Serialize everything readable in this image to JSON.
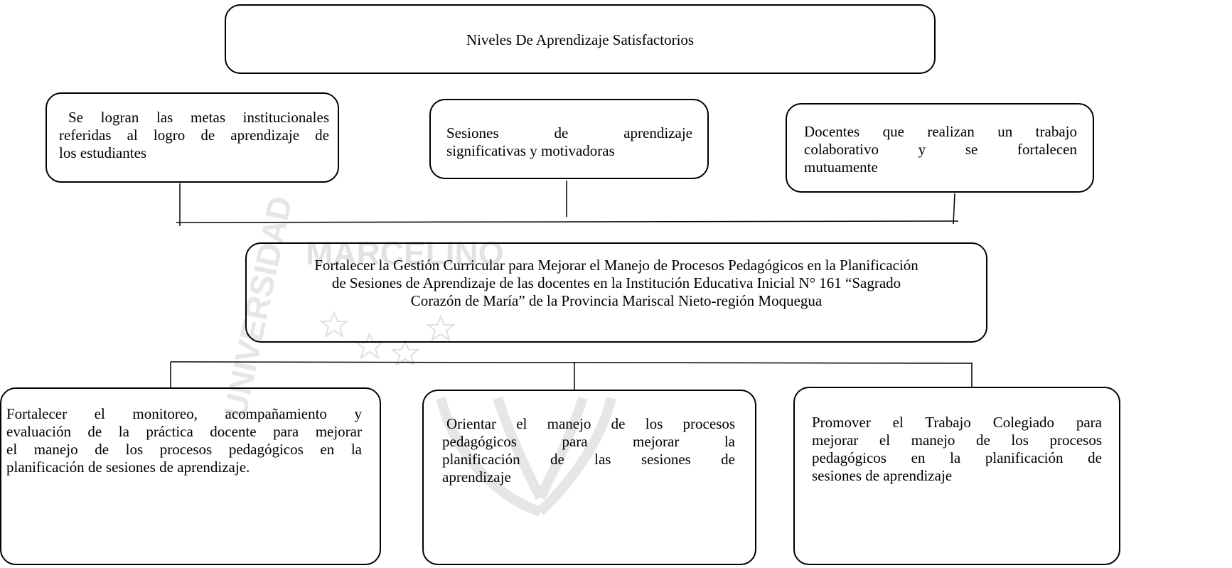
{
  "watermark": {
    "text": "MARCELINO",
    "left_text": "UNIVERSIDAD",
    "color": "#d8d8d8"
  },
  "diagram": {
    "top": {
      "title": "Niveles De Aprendizaje Satisfactorios"
    },
    "effects": [
      {
        "lines": [
          "Se logran las metas institucionales",
          "referidas al logro de aprendizaje de",
          "los estudiantes"
        ]
      },
      {
        "lines": [
          "Sesiones de aprendizaje",
          "significativas y motivadoras"
        ]
      },
      {
        "lines": [
          "Docentes que realizan un trabajo",
          "colaborativo y se fortalecen",
          "mutuamente"
        ]
      }
    ],
    "central": {
      "lines": [
        "Fortalecer la Gestión Curricular para Mejorar el Manejo de Procesos Pedagógicos en la Planificación",
        "de Sesiones de Aprendizaje de las docentes en la Institución Educativa Inicial N° 161 “Sagrado",
        "Corazón de María” de la Provincia Mariscal Nieto-región Moquegua"
      ]
    },
    "means": [
      {
        "lines": [
          "Fortalecer el monitoreo, acompañamiento y",
          "evaluación de la práctica docente para mejorar",
          "el manejo de los procesos pedagógicos en la",
          "planificación de sesiones de aprendizaje."
        ]
      },
      {
        "lines": [
          "Orientar el manejo de los procesos",
          "pedagógicos para mejorar la",
          "planificación de las sesiones de",
          "aprendizaje"
        ]
      },
      {
        "lines": [
          "Promover el Trabajo Colegiado para",
          "mejorar el manejo de los procesos",
          "pedagógicos en la planificación de",
          "sesiones de aprendizaje"
        ]
      }
    ]
  }
}
